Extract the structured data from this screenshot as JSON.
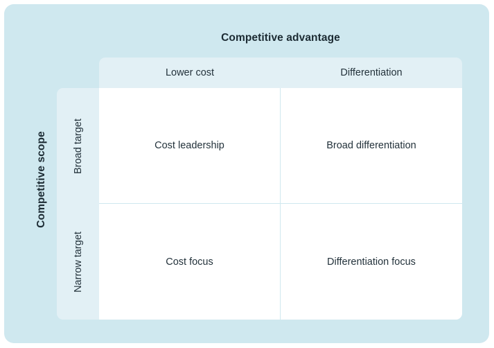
{
  "diagram": {
    "top_axis_title": "Competitive advantage",
    "left_axis_title": "Competitive scope",
    "columns": [
      {
        "label": "Lower cost"
      },
      {
        "label": "Differentiation"
      }
    ],
    "rows": [
      {
        "label": "Broad target"
      },
      {
        "label": "Narrow target"
      }
    ],
    "cells": [
      [
        {
          "label": "Cost leadership"
        },
        {
          "label": "Broad differentiation"
        }
      ],
      [
        {
          "label": "Cost focus"
        },
        {
          "label": "Differentiation focus"
        }
      ]
    ],
    "colors": {
      "background": "#cfe8ef",
      "header_band": "#e2f0f5",
      "cell_background": "#ffffff",
      "text": "#23323b",
      "divider": "#cfe8ef"
    }
  }
}
